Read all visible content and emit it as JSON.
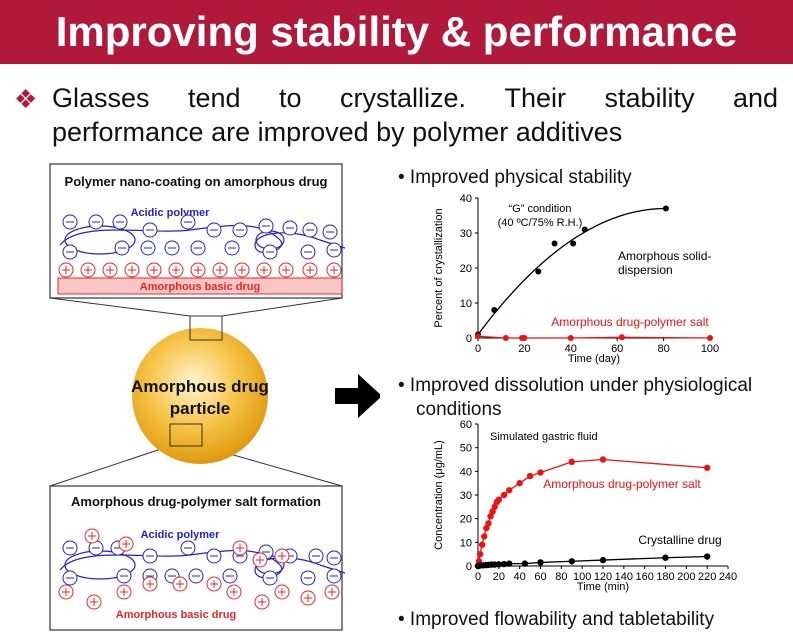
{
  "title": "Improving stability & performance",
  "bullet_icon": "diamond-bullet-icon",
  "main_text": {
    "line1": [
      "Glasses",
      "tend",
      "to",
      "crystallize.",
      "Their",
      "stability",
      "and"
    ],
    "line2": "performance are improved by polymer additives"
  },
  "diagram": {
    "top_box": {
      "title": "Polymer nano-coating on amorphous drug",
      "polymer_label": "Acidic polymer",
      "drug_label": "Amorphous basic drug"
    },
    "particle_label": [
      "Amorphous drug",
      "particle"
    ],
    "bottom_box": {
      "title": "Amorphous drug-polymer salt formation",
      "polymer_label": "Acidic polymer",
      "drug_label": "Amorphous basic drug"
    },
    "minus_sign": "⊖",
    "plus_sign": "⊕",
    "arrow_icon": "right-arrow-icon"
  },
  "bullets": {
    "b1": "• Improved physical stability",
    "b2a": "• Improved dissolution under physiological",
    "b2b": "conditions",
    "b3": "• Improved flowability and tabletability"
  },
  "colors": {
    "title_bg": "#b1193a",
    "polymer": "#2222cc",
    "drug": "#e8262a",
    "salt_series": "#ee1111",
    "black_series": "#000000",
    "particle": "#f2b233"
  },
  "chart_data": [
    {
      "type": "scatter",
      "title": "",
      "xlabel": "Time (day)",
      "ylabel": "Percent of crystallization",
      "xlim": [
        0,
        100
      ],
      "ylim": [
        0,
        40
      ],
      "xticks": [
        0,
        20,
        40,
        60,
        80,
        100
      ],
      "yticks": [
        0,
        10,
        20,
        30,
        40
      ],
      "grid": false,
      "annotation": [
        "“G” condition",
        "(40 ºC/75% R.H.)"
      ],
      "series": [
        {
          "name": "Amorphous solid-dispersion",
          "name_lines": [
            "Amorphous solid-",
            "dispersion"
          ],
          "color": "#000000",
          "points": [
            [
              0,
              1
            ],
            [
              7,
              8
            ],
            [
              26,
              19
            ],
            [
              33,
              27
            ],
            [
              41,
              27
            ],
            [
              46,
              31
            ],
            [
              81,
              37
            ]
          ]
        },
        {
          "name": "Amorphous drug-polymer salt",
          "name_lines": [
            "Amorphous drug-polymer salt"
          ],
          "color": "#ee1111",
          "points": [
            [
              0,
              0.5
            ],
            [
              12,
              0
            ],
            [
              19,
              0
            ],
            [
              20,
              0
            ],
            [
              40,
              0
            ],
            [
              62,
              0.2
            ],
            [
              100,
              0
            ]
          ]
        }
      ]
    },
    {
      "type": "line",
      "title": "",
      "xlabel": "Time (min)",
      "ylabel": "Concentration (μg/mL)",
      "xlim": [
        0,
        240
      ],
      "ylim": [
        0,
        60
      ],
      "xticks": [
        0,
        20,
        40,
        60,
        80,
        100,
        120,
        140,
        160,
        180,
        200,
        220,
        240
      ],
      "yticks": [
        0,
        10,
        20,
        30,
        40,
        50,
        60
      ],
      "grid": false,
      "annotation": [
        "Simulated gastric fluid"
      ],
      "series": [
        {
          "name": "Amorphous drug-polymer salt",
          "name_lines": [
            "Amorphous drug-polymer salt"
          ],
          "color": "#ee1111",
          "points": [
            [
              0,
              0
            ],
            [
              1,
              2
            ],
            [
              2,
              5
            ],
            [
              4,
              9
            ],
            [
              6,
              12.5
            ],
            [
              8,
              16
            ],
            [
              10,
              18
            ],
            [
              12,
              21
            ],
            [
              14,
              23
            ],
            [
              16,
              25
            ],
            [
              18,
              27
            ],
            [
              20,
              28
            ],
            [
              25,
              30
            ],
            [
              30,
              32
            ],
            [
              40,
              35
            ],
            [
              50,
              38
            ],
            [
              60,
              39.5
            ],
            [
              90,
              44
            ],
            [
              120,
              45
            ],
            [
              220,
              41.5
            ]
          ]
        },
        {
          "name": "Crystalline drug",
          "name_lines": [
            "Crystalline drug"
          ],
          "color": "#000000",
          "points": [
            [
              0,
              0
            ],
            [
              2,
              0.2
            ],
            [
              5,
              0.3
            ],
            [
              8,
              0.4
            ],
            [
              10,
              0.5
            ],
            [
              13,
              0.6
            ],
            [
              16,
              0.6
            ],
            [
              20,
              0.7
            ],
            [
              25,
              0.8
            ],
            [
              30,
              1
            ],
            [
              45,
              1
            ],
            [
              60,
              1.5
            ],
            [
              90,
              2
            ],
            [
              120,
              2.5
            ],
            [
              180,
              3.5
            ],
            [
              220,
              4
            ]
          ]
        }
      ]
    }
  ]
}
